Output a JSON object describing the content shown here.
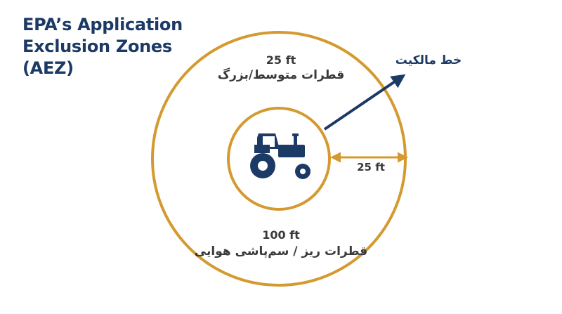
{
  "title": {
    "lines": [
      "EPA’s Application",
      "Exclusion Zones",
      "(AEZ)"
    ]
  },
  "labels": {
    "outer_distance": "25 ft",
    "outer_description": "قطرات متوسط/بزرگ",
    "bottom_distance": "100 ft",
    "bottom_description": "قطرات ریز / سم‌پاشی هوایی",
    "inner_distance": "25 ft",
    "property_line": "خط مالکیت"
  },
  "icons": {
    "center": "tractor-icon"
  },
  "colors": {
    "title": "#1c3a66",
    "circles": "#d49a30",
    "arrow": "#1c3a66",
    "tractor": "#1c3a66",
    "text": "#3a3a3a"
  }
}
